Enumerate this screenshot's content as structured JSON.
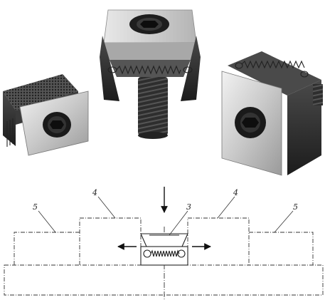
{
  "figure": {
    "photos": [
      {
        "name": "clamp-photo-left",
        "view": "front-tilted"
      },
      {
        "name": "clamp-photo-center",
        "view": "top-with-screw"
      },
      {
        "name": "clamp-photo-right",
        "view": "front-angled"
      }
    ],
    "diagram": {
      "callouts": {
        "left_outer": "5",
        "left_inner": "4",
        "center": "3",
        "right_inner": "4",
        "right_outer": "5"
      },
      "colors": {
        "line": "#333333",
        "arrow": "#111111",
        "spring": "#222222"
      }
    }
  }
}
